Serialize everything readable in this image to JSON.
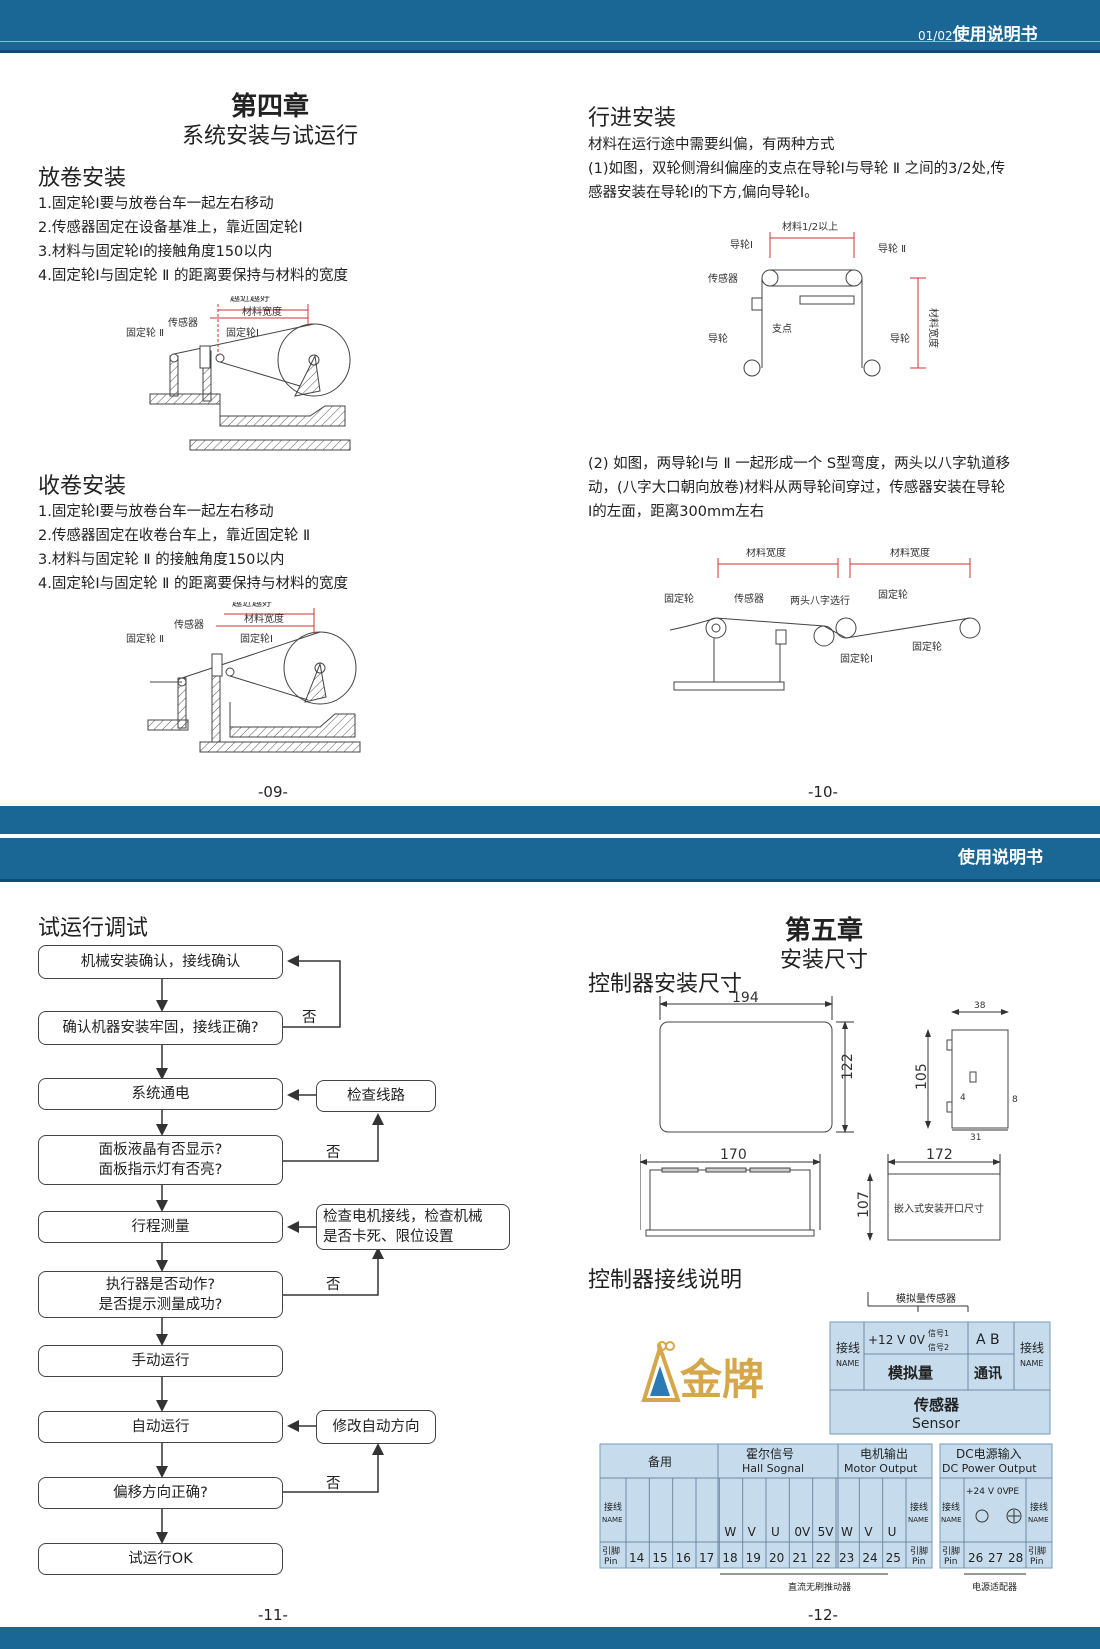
{
  "header_top": {
    "page_nums": "01/02",
    "title": "使用说明书"
  },
  "header_mid": {
    "title": "使用说明书"
  },
  "p09": {
    "chapter": "第四章",
    "chapter_sub": "系统安装与试运行",
    "unwind": {
      "title": "放卷安装",
      "lines": [
        "1.固定轮I要与放卷台车一起左右移动",
        "2.传感器固定在设备基准上，靠近固定轮I",
        "3.材料与固定轮I的接触角度150以内",
        "4.固定轮I与固定轮 Ⅱ 的距离要保持与材料的宽度"
      ]
    },
    "rewind": {
      "title": "收卷安装",
      "lines": [
        "1.固定轮I要与放卷台车一起左右移动",
        "2.传感器固定在收卷台车上，靠近固定轮 Ⅱ",
        "3.材料与固定轮 Ⅱ 的接触角度150以内",
        "4.固定轮I与固定轮 Ⅱ 的距离要保持与材料的宽度"
      ]
    },
    "diagram_labels": {
      "closer": "越近越好",
      "width": "材料宽度",
      "sensor": "传感器",
      "wheel2": "固定轮 Ⅱ",
      "wheel1": "固定轮I"
    },
    "page_num": "-09-"
  },
  "p10": {
    "title": "行进安装",
    "lines": [
      "材料在运行途中需要纠偏，有两种方式",
      "(1)如图，双轮侧滑纠偏座的支点在导轮I与导轮 Ⅱ 之间的3/2处,传",
      "感器安装在导轮I的下方,偏向导轮I。"
    ],
    "diag1": {
      "half": "材料1/2以上",
      "guide1": "导轮I",
      "guide2": "导轮 Ⅱ",
      "sensor": "传感器",
      "pivot": "支点",
      "guide": "导轮",
      "width": "材料宽度"
    },
    "para2": [
      "(2) 如图，两导轮I与 Ⅱ 一起形成一个 S型弯度，两头以八字轨道移",
      "动，(八字大口朝向放卷)材料从两导轮间穿过，传感器安装在导轮",
      "I的左面，距离300mm左右"
    ],
    "diag2": {
      "width": "材料宽度",
      "fixed": "固定轮",
      "sensor": "传感器",
      "track": "两头八字选行",
      "fixed1": "固定轮I"
    },
    "page_num": "-10-"
  },
  "p11": {
    "title": "试运行调试",
    "steps": [
      "机械安装确认，接线确认",
      "确认机器安装牢固，接线正确?",
      "系统通电",
      "面板液晶有否显示?",
      "面板指示灯有否亮?",
      "行程测量",
      "执行器是否动作?",
      "是否提示测量成功?",
      "手动运行",
      "自动运行",
      "偏移方向正确?",
      "试运行OK"
    ],
    "side": [
      "检查线路",
      "检查电机接线，检查机械",
      "是否卡死、限位设置",
      "修改自动方向"
    ],
    "no": "否",
    "page_num": "-11-"
  },
  "p12": {
    "chapter": "第五章",
    "chapter_sub": "安装尺寸",
    "size_title": "控制器安装尺寸",
    "dims": {
      "w194": "194",
      "h122": "122",
      "d38": "38",
      "h105": "105",
      "d4": "4",
      "d8": "8",
      "d31": "31",
      "w170": "170",
      "h107": "107",
      "w172": "172"
    },
    "cutout": "嵌入式安装开口尺寸",
    "wiring_title": "控制器接线说明",
    "logo": "金牌",
    "sensor_panel": {
      "top": "模拟量传感器",
      "wire": "接线",
      "name": "NAME",
      "v12": "+12 V 0V",
      "sig1": "信号1",
      "sig2": "信号2",
      "ab": "A  B",
      "analog": "模拟量",
      "comm": "通讯",
      "sensor": "传感器",
      "sensor_en": "Sensor"
    },
    "main_panel": {
      "spare": "备用",
      "hall": "霍尔信号",
      "hall_en": "Hall Sognal",
      "motor": "电机输出",
      "motor_en": "Motor Output",
      "wire": "接线",
      "name": "NAME",
      "pin": "引脚",
      "pin_en": "Pin",
      "hall_sig": [
        "W",
        "V",
        "U",
        "0V",
        "5V"
      ],
      "motor_sig": [
        "W",
        "V",
        "U"
      ],
      "pins": [
        "14",
        "15",
        "16",
        "17",
        "18",
        "19",
        "20",
        "21",
        "22",
        "23",
        "24",
        "25"
      ],
      "below": "直流无刷推动器"
    },
    "dc_panel": {
      "title": "DC电源输入",
      "title_en": "DC Power Output",
      "wire": "接线",
      "name": "NAME",
      "v24": "+24 V 0V",
      "pe": "PE",
      "pins": [
        "26",
        "27",
        "28"
      ],
      "below": "电源适配器"
    },
    "page_num": "-12-"
  }
}
